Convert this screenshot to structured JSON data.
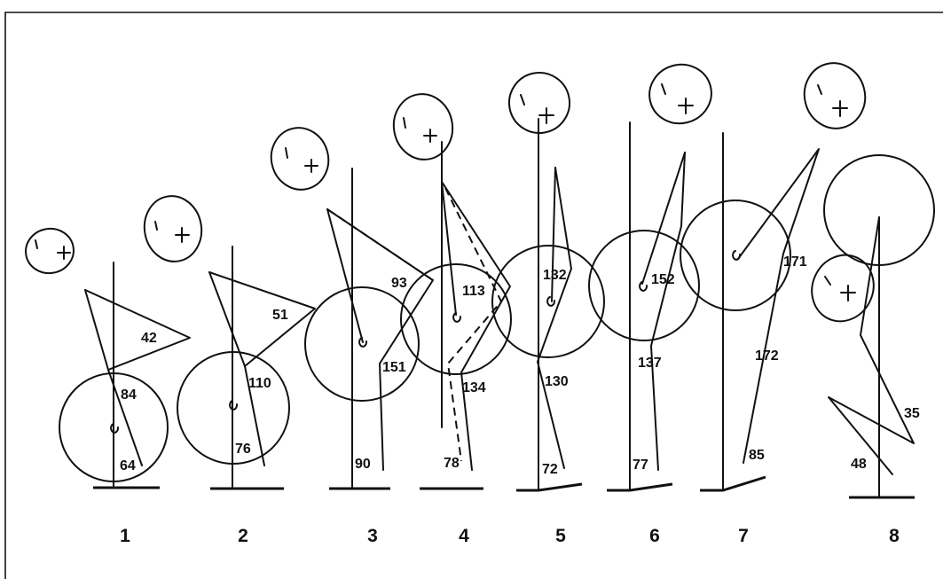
{
  "diagram": {
    "frames": [
      {
        "number": "1",
        "angles": [
          "42",
          "84",
          "64"
        ]
      },
      {
        "number": "2",
        "angles": [
          "51",
          "110",
          "76"
        ]
      },
      {
        "number": "3",
        "angles": [
          "93",
          "151",
          "90"
        ]
      },
      {
        "number": "4",
        "angles": [
          "113",
          "134",
          "78"
        ]
      },
      {
        "number": "5",
        "angles": [
          "132",
          "130",
          "72"
        ]
      },
      {
        "number": "6",
        "angles": [
          "152",
          "137",
          "77"
        ]
      },
      {
        "number": "7",
        "angles": [
          "171",
          "172",
          "85"
        ]
      },
      {
        "number": "8",
        "angles": [
          "35",
          "48"
        ]
      }
    ]
  }
}
